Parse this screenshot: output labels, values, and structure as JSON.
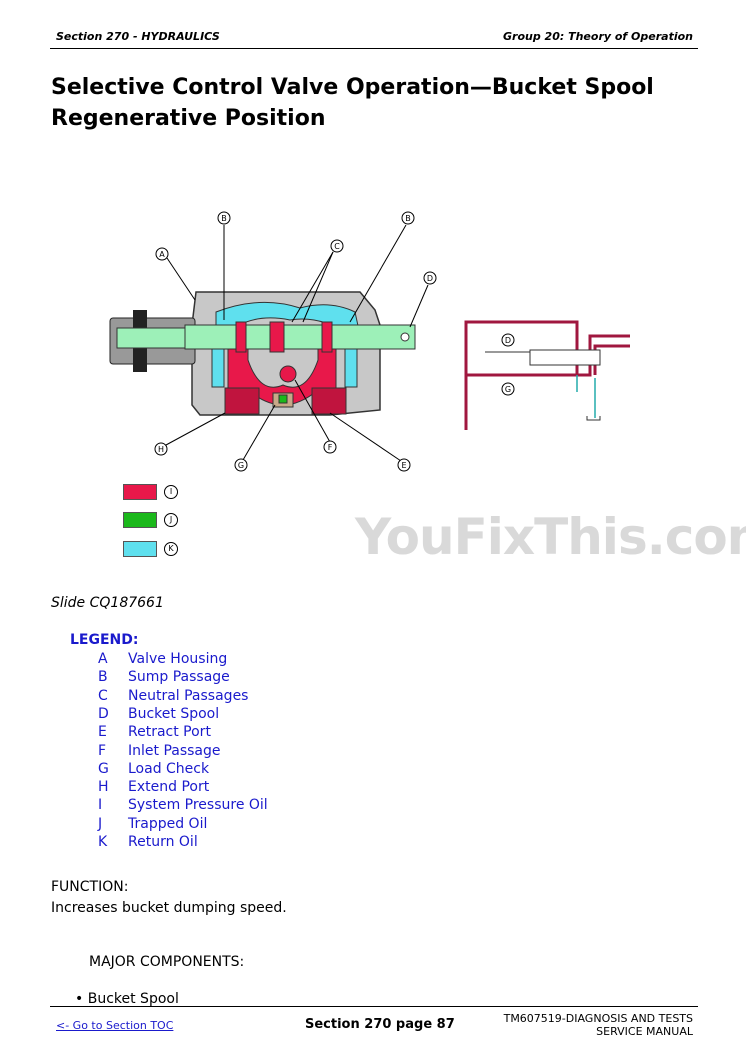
{
  "header": {
    "left": "Section 270 - HYDRAULICS",
    "right": "Group 20: Theory of Operation"
  },
  "title": "Selective Control Valve Operation—Bucket Spool Regenerative Position",
  "diagram": {
    "callouts": [
      "A",
      "B",
      "B",
      "C",
      "D",
      "H",
      "G",
      "F",
      "E"
    ],
    "schematic_callouts": [
      "D",
      "G"
    ],
    "colors": {
      "pressure": "#e8184a",
      "trapped": "#1bb81b",
      "return": "#5fe0ee",
      "housing": "#c8c8c8",
      "spool": "#9df0b8"
    }
  },
  "swatches": [
    {
      "letter": "I",
      "color": "#e8184a"
    },
    {
      "letter": "J",
      "color": "#1bb81b"
    },
    {
      "letter": "K",
      "color": "#5fe0ee"
    }
  ],
  "watermark": "YouFixThis.com",
  "caption": "Slide CQ187661",
  "legend": {
    "title": "LEGEND:",
    "items": [
      {
        "key": "A",
        "label": "Valve Housing"
      },
      {
        "key": "B",
        "label": "Sump Passage"
      },
      {
        "key": "C",
        "label": "Neutral Passages"
      },
      {
        "key": "D",
        "label": "Bucket Spool"
      },
      {
        "key": "E",
        "label": "Retract Port"
      },
      {
        "key": "F",
        "label": "Inlet Passage"
      },
      {
        "key": "G",
        "label": "Load Check"
      },
      {
        "key": "H",
        "label": "Extend Port"
      },
      {
        "key": "I",
        "label": "System Pressure Oil"
      },
      {
        "key": "J",
        "label": "Trapped Oil"
      },
      {
        "key": "K",
        "label": "Return Oil"
      }
    ]
  },
  "function": {
    "heading": "FUNCTION:",
    "text": "Increases bucket dumping speed."
  },
  "components": {
    "heading": "MAJOR COMPONENTS:",
    "items": [
      "Bucket Spool"
    ]
  },
  "footer": {
    "toc_link": "<- Go to Section TOC",
    "page": "Section 270 page 87",
    "manual_line1": "TM607519-DIAGNOSIS AND TESTS",
    "manual_line2": "SERVICE MANUAL"
  }
}
